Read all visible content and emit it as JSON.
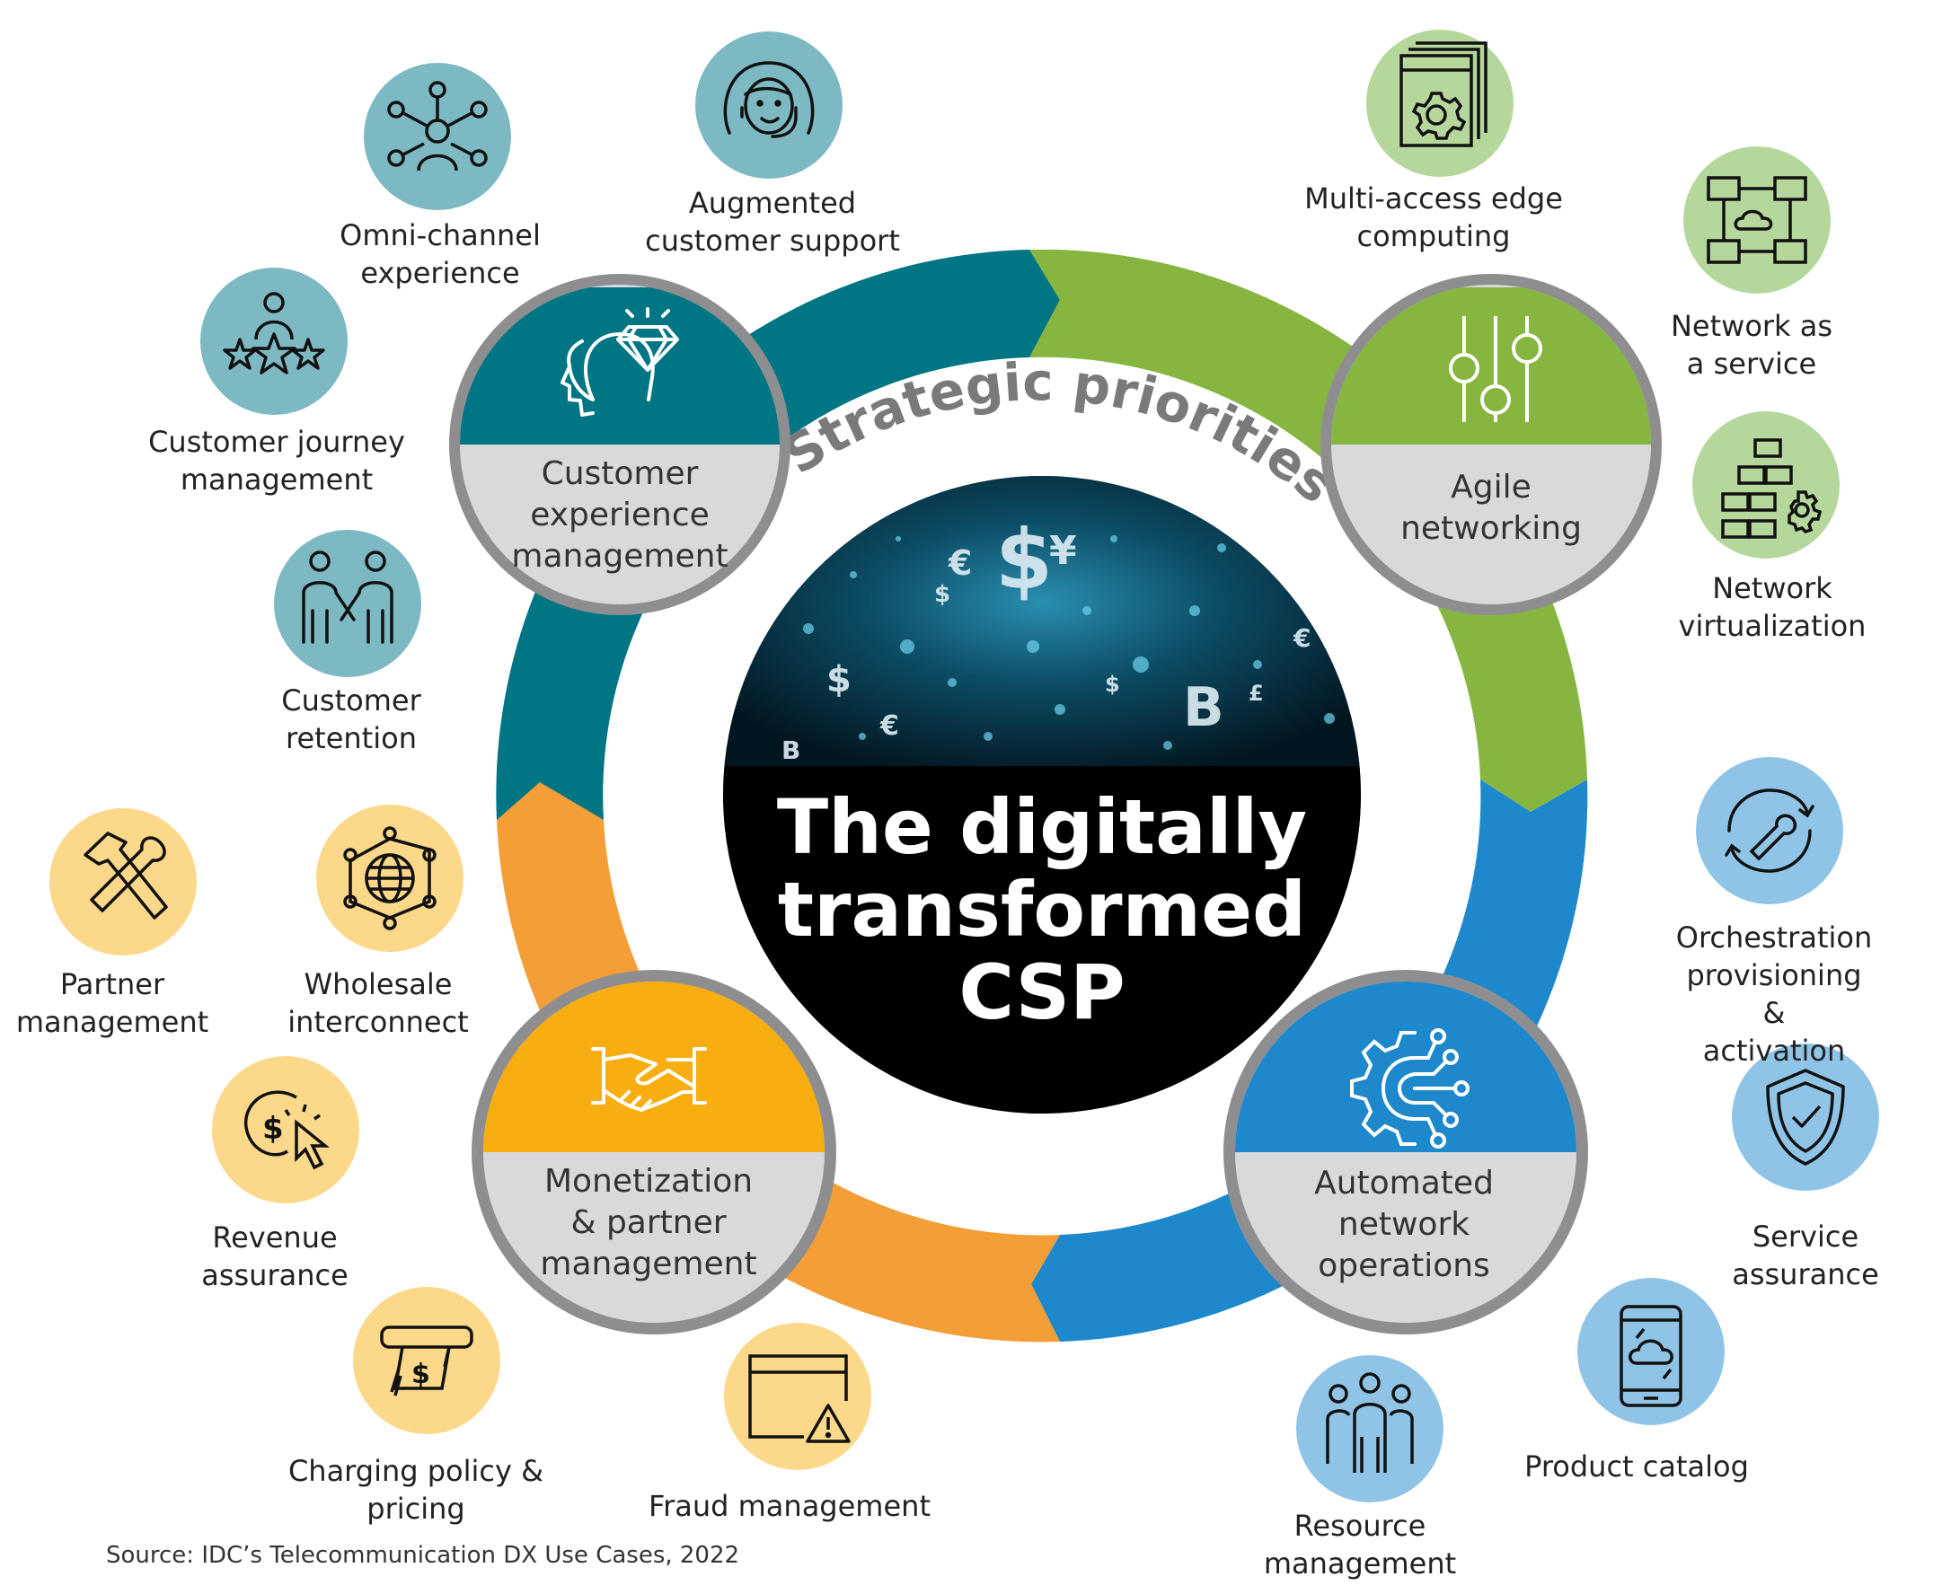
{
  "center": {
    "title": "The digitally\ntransformed\nCSP"
  },
  "arc_text": "Strategic priorities",
  "colors": {
    "teal": "#007584",
    "green": "#86b640",
    "blue": "#1e88cc",
    "orange": "#f49e37",
    "teal_light": "#7db9c2",
    "green_light": "#b5d79c",
    "blue_light": "#8fc4e6",
    "orange_light": "#fbd88a",
    "hub_gray": "#d9d9db",
    "ring_gray": "#8e8e91"
  },
  "hubs": {
    "customer": {
      "label": "Customer\nexperience\nmanagement",
      "icon": "head-diamond-icon"
    },
    "agile": {
      "label": "Agile\nnetworking",
      "icon": "sliders-icon"
    },
    "monetization": {
      "label": "Monetization\n& partner\nmanagement",
      "icon": "handshake-icon"
    },
    "automated": {
      "label": "Automated\nnetwork\noperations",
      "icon": "gear-circuit-icon"
    }
  },
  "use_cases": {
    "augmented_support": {
      "label": "Augmented\ncustomer support",
      "icon": "headset-person-icon"
    },
    "omni_channel": {
      "label": "Omni-channel\nexperience",
      "icon": "network-person-icon"
    },
    "journey": {
      "label": "Customer journey\nmanagement",
      "icon": "person-stars-icon"
    },
    "retention": {
      "label": "Customer\nretention",
      "icon": "holding-hands-icon"
    },
    "mec": {
      "label": "Multi-access edge\ncomputing",
      "icon": "window-gear-icon"
    },
    "naas": {
      "label": "Network as\na service",
      "icon": "network-cloud-icon"
    },
    "nfv": {
      "label": "Network\nvirtualization",
      "icon": "blocks-gear-icon"
    },
    "partner": {
      "label": "Partner\nmanagement",
      "icon": "hammer-wrench-icon"
    },
    "wholesale": {
      "label": "Wholesale\ninterconnect",
      "icon": "globe-nodes-icon"
    },
    "revenue": {
      "label": "Revenue\nassurance",
      "icon": "dollar-cursor-icon"
    },
    "charging": {
      "label": "Charging policy &\npricing",
      "icon": "money-stack-icon"
    },
    "fraud": {
      "label": "Fraud management",
      "icon": "window-warning-icon"
    },
    "orchestration": {
      "label": "Orchestration\nprovisioning &\nactivation",
      "icon": "cycle-wrench-icon"
    },
    "service_assurance": {
      "label": "Service assurance",
      "icon": "shield-check-icon"
    },
    "product_catalog": {
      "label": "Product catalog",
      "icon": "phone-cloud-icon"
    },
    "resource": {
      "label": "Resource\nmanagement",
      "icon": "people-group-icon"
    }
  },
  "source": "Source: IDC’s Telecommunication DX Use Cases, 2022"
}
